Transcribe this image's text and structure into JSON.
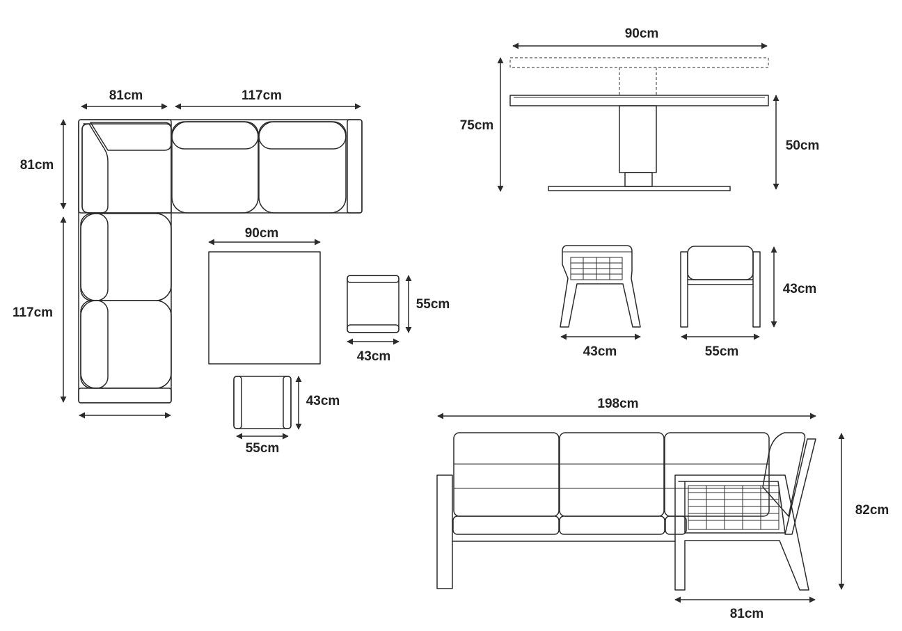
{
  "plan_view": {
    "sofa_corner_width": "81cm",
    "sofa_top_length": "117cm",
    "sofa_corner_depth": "81cm",
    "sofa_side_length": "117cm",
    "table_width": "90cm",
    "stool_right_depth": "55cm",
    "stool_right_width": "43cm",
    "stool_bottom_depth": "43cm",
    "stool_bottom_width": "55cm"
  },
  "table_elevation": {
    "top_width": "90cm",
    "raised_height": "75cm",
    "lowered_height": "50cm"
  },
  "stool_elevation": {
    "front_width": "43cm",
    "side_width": "55cm",
    "height": "43cm"
  },
  "sofa_elevation": {
    "total_length": "198cm",
    "height": "82cm",
    "arm_depth": "81cm"
  },
  "colors": {
    "line": "#2b2b2b",
    "text": "#222222",
    "background": "#ffffff"
  }
}
